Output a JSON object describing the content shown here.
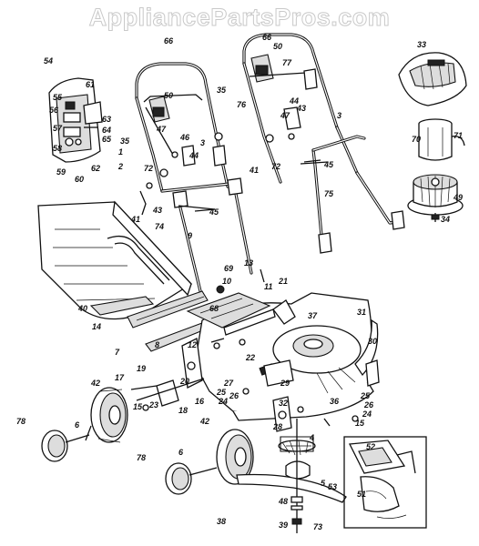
{
  "watermark": "AppliancePartsPros.com",
  "part_numbers": [
    "1",
    "2",
    "3",
    "3",
    "4",
    "5",
    "6",
    "6",
    "7",
    "8",
    "9",
    "10",
    "11",
    "12",
    "13",
    "14",
    "15",
    "15",
    "16",
    "17",
    "18",
    "19",
    "20",
    "21",
    "22",
    "23",
    "24",
    "24",
    "25",
    "25",
    "26",
    "26",
    "27",
    "28",
    "29",
    "30",
    "31",
    "32",
    "33",
    "34",
    "35",
    "35",
    "36",
    "37",
    "38",
    "39",
    "40",
    "41",
    "41",
    "42",
    "42",
    "43",
    "43",
    "44",
    "44",
    "45",
    "45",
    "46",
    "47",
    "47",
    "48",
    "49",
    "50",
    "50",
    "51",
    "52",
    "53",
    "54",
    "55",
    "56",
    "57",
    "58",
    "59",
    "60",
    "61",
    "62",
    "63",
    "64",
    "65",
    "66",
    "66",
    "68",
    "69",
    "70",
    "71",
    "72",
    "72",
    "73",
    "74",
    "75",
    "76",
    "77",
    "78",
    "78"
  ]
}
